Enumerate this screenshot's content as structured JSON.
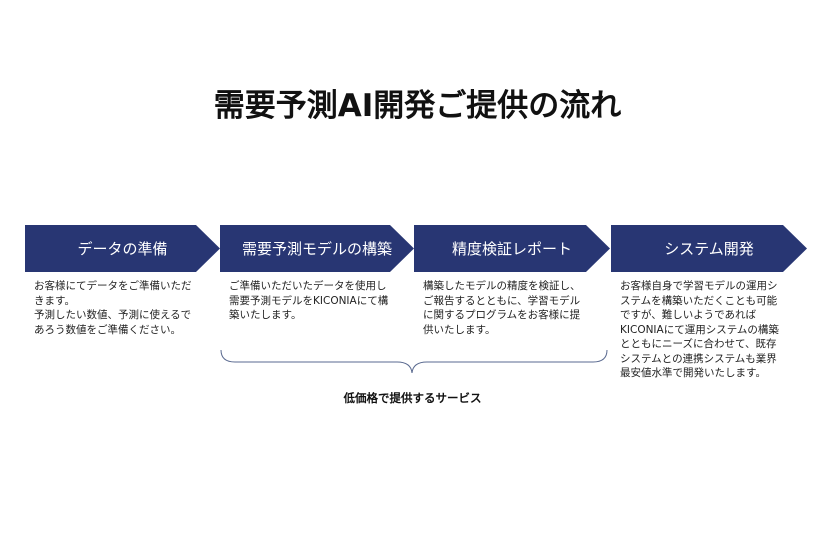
{
  "title": "需要予測AI開発ご提供の流れ",
  "steps": [
    {
      "label": "データの準備",
      "desc": [
        "お客様にてデータをご準備いただ",
        "きます。",
        "予測したい数値、予測に使えるで",
        "あろう数値をご準備ください。"
      ]
    },
    {
      "label": "需要予測モデルの構築",
      "desc": [
        "ご準備いただいたデータを使用し",
        "需要予測モデルをKICONIAにて構",
        "築いたします。"
      ]
    },
    {
      "label": "精度検証レポート",
      "desc": [
        "構築したモデルの精度を検証し、",
        "ご報告するとともに、学習モデル",
        "に関するプログラムをお客様に提",
        "供いたします。"
      ]
    },
    {
      "label": "システム開発",
      "desc": [
        "お客様自身で学習モデルの運用シ",
        "ステムを構築いただくことも可能",
        "ですが、難しいようであれば",
        "KICONIAにて運用システムの構築",
        "とともにニーズに合わせて、既存",
        "システムとの連携システムも業界",
        "最安値水準で開発いたします。"
      ]
    }
  ],
  "brace_label": "低価格で提供するサービス",
  "colors": {
    "step": "#283673"
  }
}
